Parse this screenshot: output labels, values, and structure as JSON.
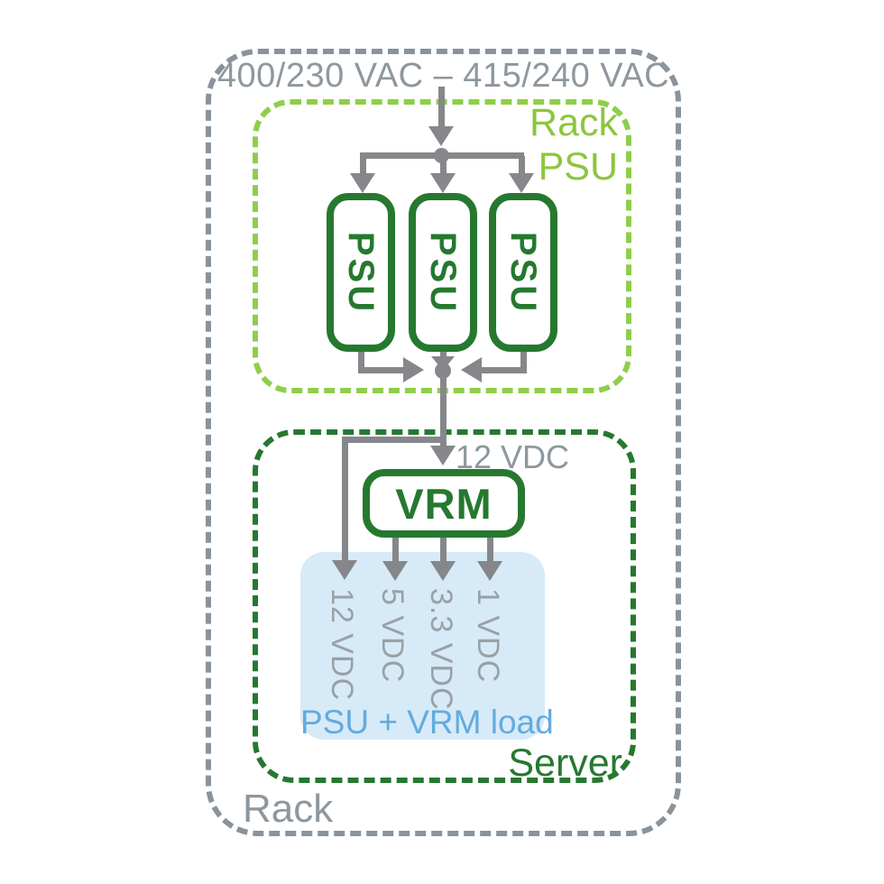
{
  "diagram": {
    "ac_input_label": "400/230 VAC – 415/240 VAC",
    "rack": {
      "label": "Rack"
    },
    "rack_psu": {
      "label_line1": "Rack",
      "label_line2": "PSU"
    },
    "psu_units": [
      "PSU",
      "PSU",
      "PSU"
    ],
    "dc_bus_label": "12 VDC",
    "vrm": {
      "label": "VRM"
    },
    "server": {
      "label": "Server"
    },
    "load": {
      "label": "PSU + VRM load",
      "rails": [
        "12 VDC",
        "5 VDC",
        "3.3 VDC",
        "1 VDC"
      ]
    },
    "colors": {
      "rack_dash_gray": "#8A939B",
      "rack_psu_green": "#8FCE4A",
      "rack_psu_text_green": "#8CC63F",
      "dark_green": "#26782F",
      "connector_gray": "#85878A",
      "text_gray": "#8E979E",
      "load_bg_blue": "#D7EAF7",
      "load_text_blue": "#62ABDF"
    }
  }
}
